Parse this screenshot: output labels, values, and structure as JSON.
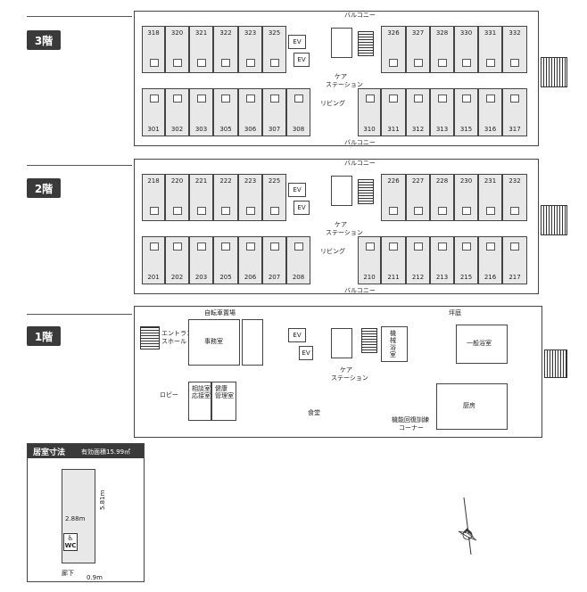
{
  "floors": {
    "f3": {
      "tag": "3階",
      "top_rooms": [
        "318",
        "320",
        "321",
        "322",
        "323",
        "325",
        "326",
        "327",
        "328",
        "330",
        "331",
        "332"
      ],
      "bottom_rooms": [
        "301",
        "302",
        "303",
        "305",
        "306",
        "307",
        "308",
        "310",
        "311",
        "312",
        "313",
        "315",
        "316",
        "317"
      ],
      "balcony": "バルコニー",
      "ev": "EV",
      "care_station": [
        "ケア",
        "ステーション"
      ],
      "living": "リビング"
    },
    "f2": {
      "tag": "2階",
      "top_rooms": [
        "218",
        "220",
        "221",
        "222",
        "223",
        "225",
        "226",
        "227",
        "228",
        "230",
        "231",
        "232"
      ],
      "bottom_rooms": [
        "201",
        "202",
        "203",
        "205",
        "206",
        "207",
        "208",
        "210",
        "211",
        "212",
        "213",
        "215",
        "216",
        "217"
      ],
      "balcony": "バルコニー",
      "ev": "EV",
      "care_station": [
        "ケア",
        "ステーション"
      ],
      "living": "リビング"
    },
    "f1": {
      "tag": "1階",
      "bike_parking": "自転車置場",
      "courtyard": "坪庭",
      "office": "事務室",
      "entrance_hall": "エントランスホール",
      "ev": "EV",
      "care_station": [
        "ケア",
        "ステーション"
      ],
      "machine_bath": [
        "機",
        "械",
        "浴",
        "室"
      ],
      "general_bath": "一般浴室",
      "lobby": "ロビー",
      "consult": [
        "相",
        "談",
        "室",
        "応",
        "接",
        "室"
      ],
      "health": [
        "健",
        "康",
        "管",
        "理",
        "室"
      ],
      "dining": "食堂",
      "rehab": [
        "機能回復訓練",
        "コーナー"
      ],
      "kitchen": "厨房"
    }
  },
  "legend": {
    "title": "居室寸法",
    "area": "有効面積15.99㎡",
    "length": "5.81m",
    "width": "2.88m",
    "door": "0.9m",
    "corridor": "廊下",
    "wc": "WC",
    "wheelchair_icon": "wheelchair-icon"
  },
  "compass": {
    "icon": "compass-rose-icon"
  }
}
